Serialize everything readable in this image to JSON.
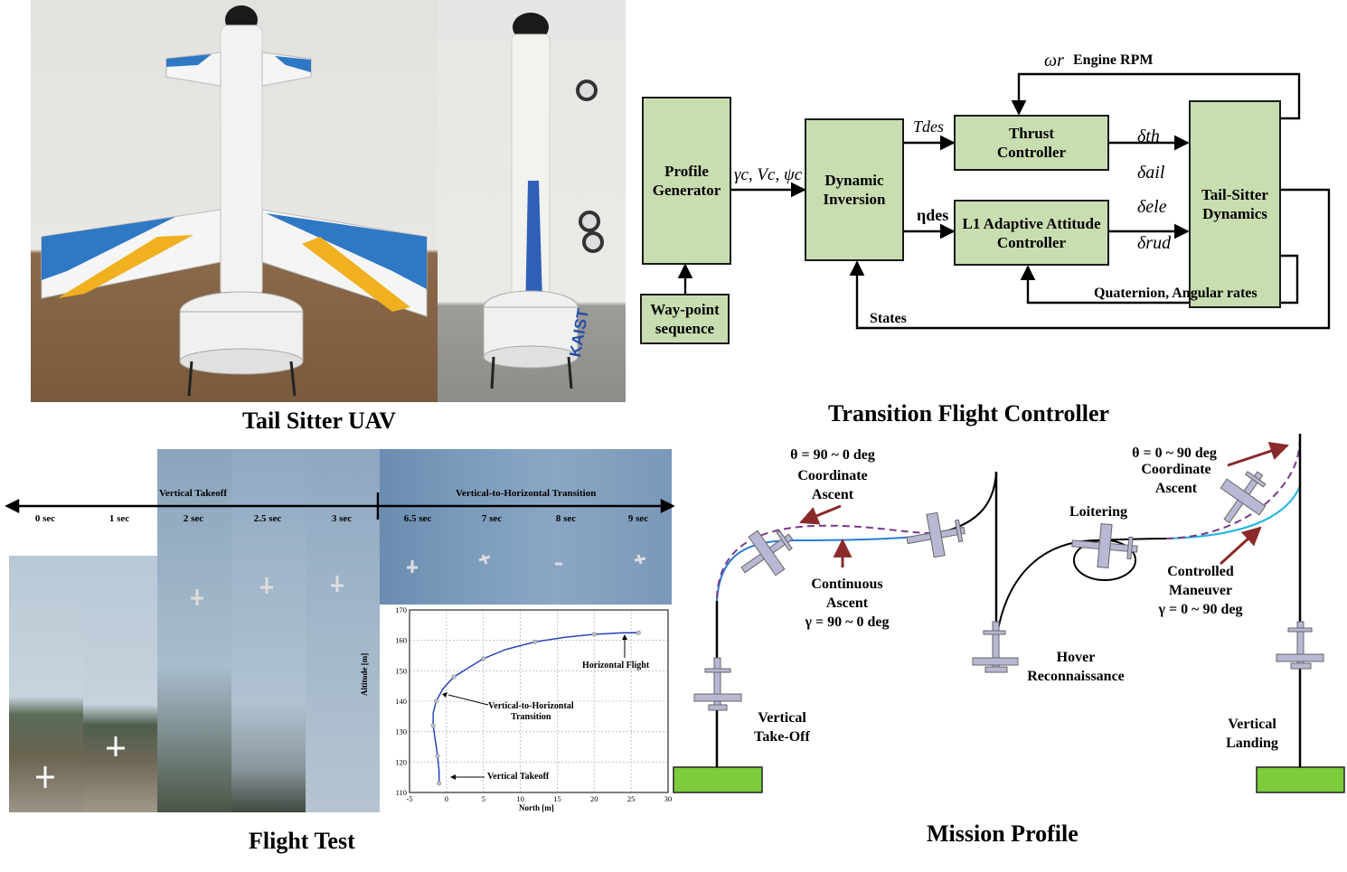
{
  "captions": {
    "uav": "Tail Sitter UAV",
    "controller": "Transition Flight Controller",
    "flight_test": "Flight Test",
    "mission": "Mission Profile"
  },
  "photo_logo": "KAIST",
  "controller": {
    "profile": "Profile\nGenerator",
    "waypoint": "Way-point\nsequence",
    "dynamic": "Dynamic\nInversion",
    "thrust": "Thrust\nController",
    "l1": "L1 Adaptive Attitude\nController",
    "dynamics": "Tail-Sitter\nDynamics",
    "cmd": "γc, Vc, ψc",
    "tdes": "Tdes",
    "etades": "ηdes",
    "dth": "δth",
    "dail": "δail",
    "dele": "δele",
    "drud": "δrud",
    "omega": "ωr",
    "rpm": "Engine RPM",
    "quat": "Quaternion,  Angular rates",
    "states": "States"
  },
  "flight_test": {
    "phase1": "Vertical Takeoff",
    "phase2": "Vertical-to-Horizontal  Transition",
    "times": [
      "0 sec",
      "1 sec",
      "2 sec",
      "2.5 sec",
      "3 sec",
      "6.5 sec",
      "7 sec",
      "8 sec",
      "9 sec"
    ]
  },
  "chart_data": {
    "type": "line",
    "xlabel": "North  [m]",
    "ylabel": "Altitude [m]",
    "xlim": [
      -5,
      30
    ],
    "ylim": [
      110,
      170
    ],
    "xticks": [
      -5,
      0,
      5,
      10,
      15,
      20,
      25,
      30
    ],
    "yticks": [
      110,
      120,
      130,
      140,
      150,
      160,
      170
    ],
    "grid": true,
    "x": [
      -1,
      -1,
      -1.2,
      -1.5,
      -1.8,
      -1.8,
      -1.4,
      -0.5,
      1,
      3,
      5,
      8,
      12,
      16,
      20,
      24,
      26
    ],
    "y": [
      113,
      117,
      122,
      127,
      132,
      136,
      140,
      144,
      148,
      151,
      154,
      157,
      159.5,
      161,
      162,
      162.5,
      162.5
    ],
    "annotations": [
      "Horizontal Flight",
      "Vertical-to-Horizontal\nTransition",
      "Vertical Takeoff"
    ]
  },
  "mission": {
    "theta1": "θ = 90 ~ 0 deg",
    "coord1": "Coordinate\nAscent",
    "continuous": "Continuous\nAscent\nγ = 90 ~ 0 deg",
    "vto": "Vertical\nTake-Off",
    "loiter": "Loitering",
    "hover": "Hover\nReconnaissance",
    "theta2": "θ = 0 ~ 90 deg",
    "coord2": "Coordinate\nAscent",
    "controlled": "Controlled\nManeuver\nγ = 0 ~ 90 deg",
    "vland": "Vertical\nLanding",
    "colors": {
      "dashed": "#7a3a8a",
      "blue": "#2a7ad8",
      "cyan": "#1eb4e0",
      "arrow": "#8a2a2a",
      "ground": "#7ccc3c"
    }
  }
}
